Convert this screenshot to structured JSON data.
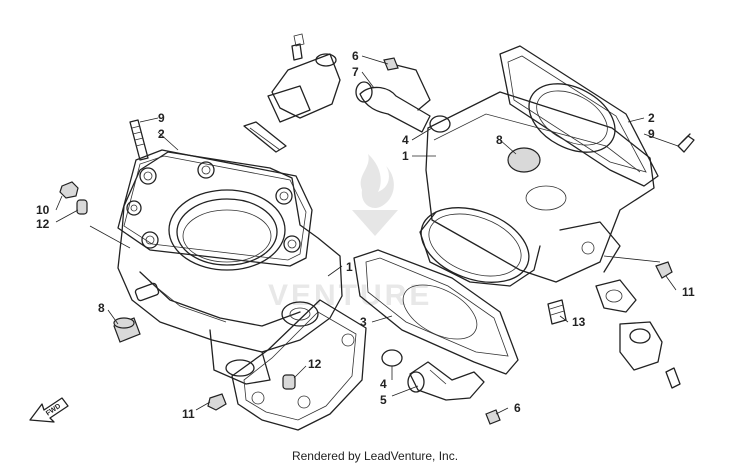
{
  "callouts": [
    {
      "id": "c-9-left",
      "text": "9"
    },
    {
      "id": "c-2-left",
      "text": "2"
    },
    {
      "id": "c-10",
      "text": "10"
    },
    {
      "id": "c-12-left",
      "text": "12"
    },
    {
      "id": "c-8-left",
      "text": "8"
    },
    {
      "id": "c-11-left",
      "text": "11"
    },
    {
      "id": "c-1-left",
      "text": "1"
    },
    {
      "id": "c-12-mid",
      "text": "12"
    },
    {
      "id": "c-6-top",
      "text": "6"
    },
    {
      "id": "c-7",
      "text": "7"
    },
    {
      "id": "c-4-top",
      "text": "4"
    },
    {
      "id": "c-1-right",
      "text": "1"
    },
    {
      "id": "c-8-right",
      "text": "8"
    },
    {
      "id": "c-2-right",
      "text": "2"
    },
    {
      "id": "c-9-right",
      "text": "9"
    },
    {
      "id": "c-3",
      "text": "3"
    },
    {
      "id": "c-4-bottom",
      "text": "4"
    },
    {
      "id": "c-5",
      "text": "5"
    },
    {
      "id": "c-6-bottom",
      "text": "6"
    },
    {
      "id": "c-13",
      "text": "13"
    },
    {
      "id": "c-11-right",
      "text": "11"
    }
  ],
  "direction_marker": "FWD",
  "footer": "Rendered by LeadVenture, Inc."
}
